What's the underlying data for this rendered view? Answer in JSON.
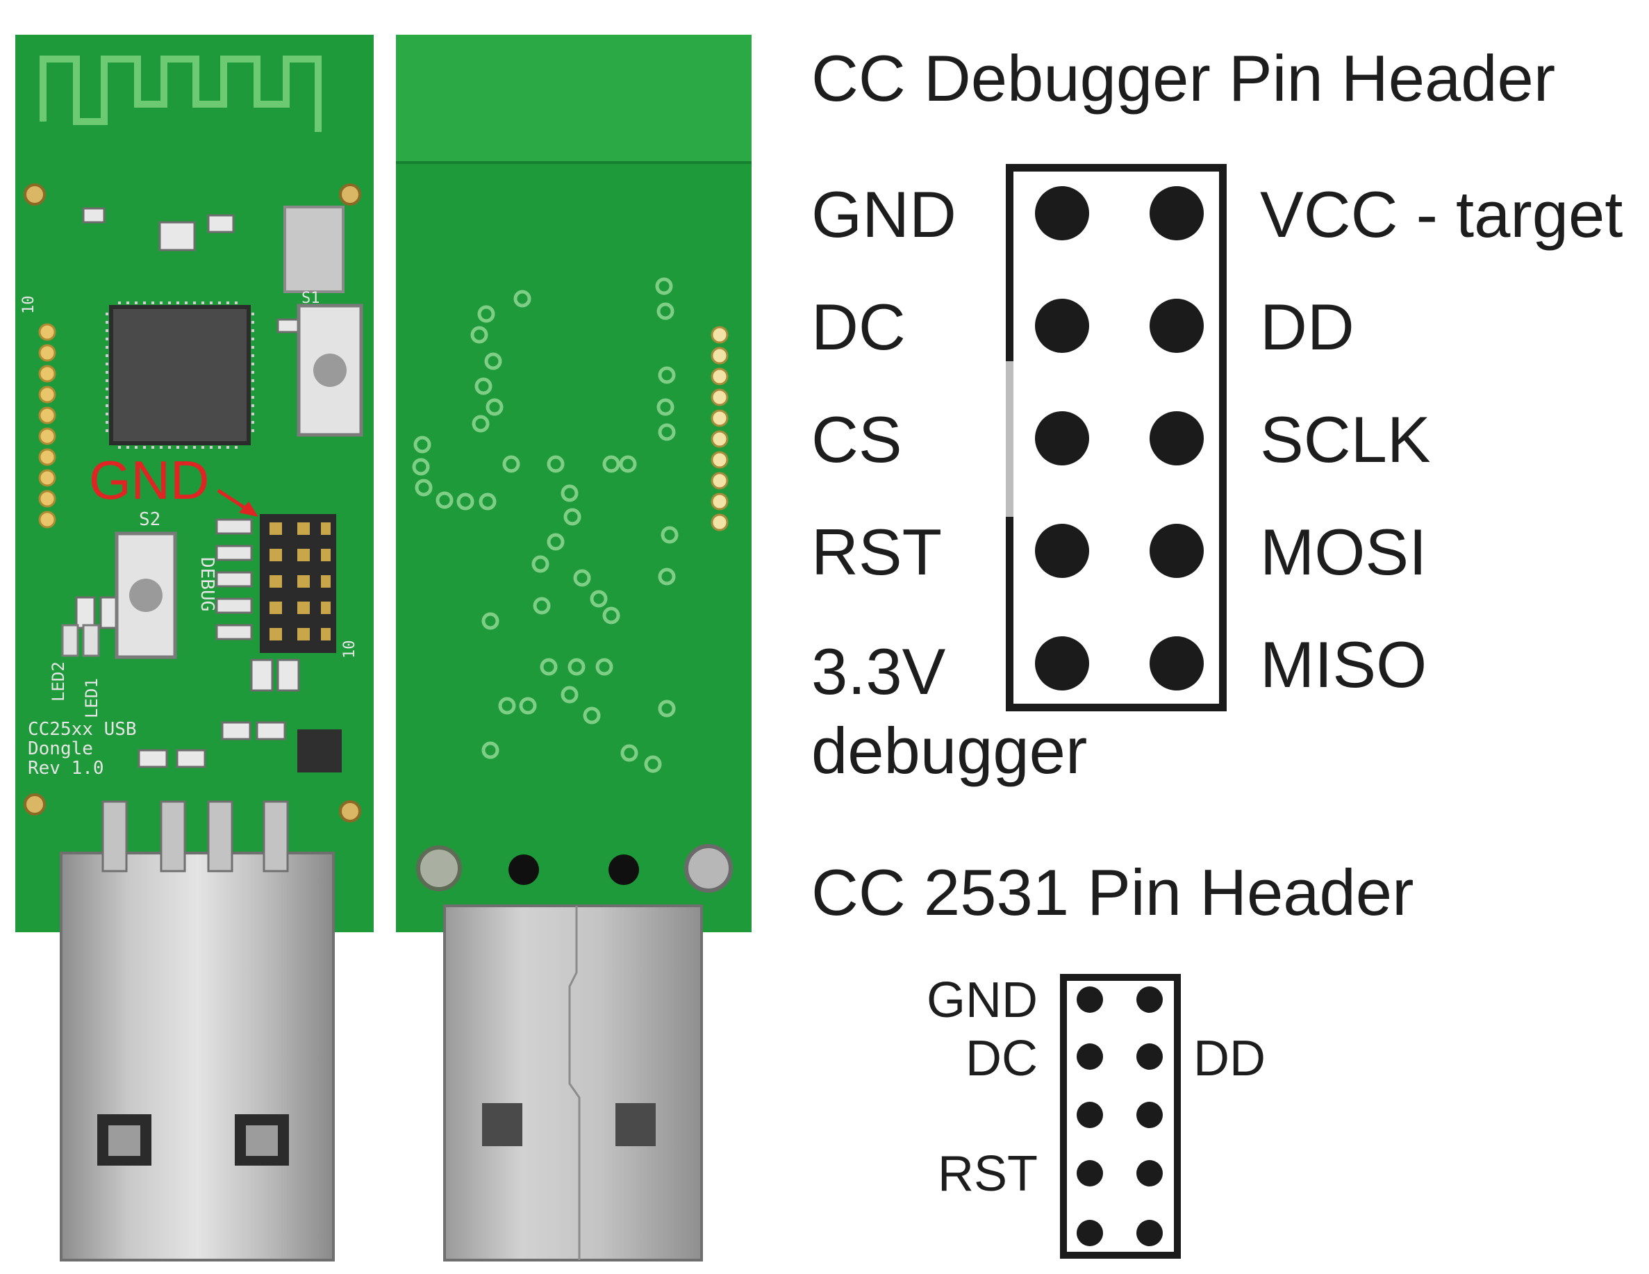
{
  "photo": {
    "annotation_label": "GND",
    "silkscreen": {
      "debug": "DEBUG",
      "s1": "S1",
      "s2": "S2",
      "led1": "LED1",
      "led2": "LED2",
      "board_name_line1": "CC25xx USB",
      "board_name_line2": "Dongle",
      "board_name_line3": "Rev 1.0",
      "pin10_a": "10",
      "pin10_b": "10"
    },
    "colors": {
      "pcb": "#1f9a3a",
      "annotation": "#e02424"
    }
  },
  "cc_debugger_header": {
    "title": "CC Debugger Pin Header",
    "left_labels": [
      "GND",
      "DC",
      "CS",
      "RST",
      "3.3V",
      "debugger"
    ],
    "right_labels": [
      "VCC - target",
      "DD",
      "SCLK",
      "MOSI",
      "MISO"
    ]
  },
  "cc2531_header": {
    "title": "CC 2531 Pin Header",
    "left_labels": [
      "GND",
      "DC",
      "RST"
    ],
    "right_labels": [
      "DD"
    ]
  }
}
